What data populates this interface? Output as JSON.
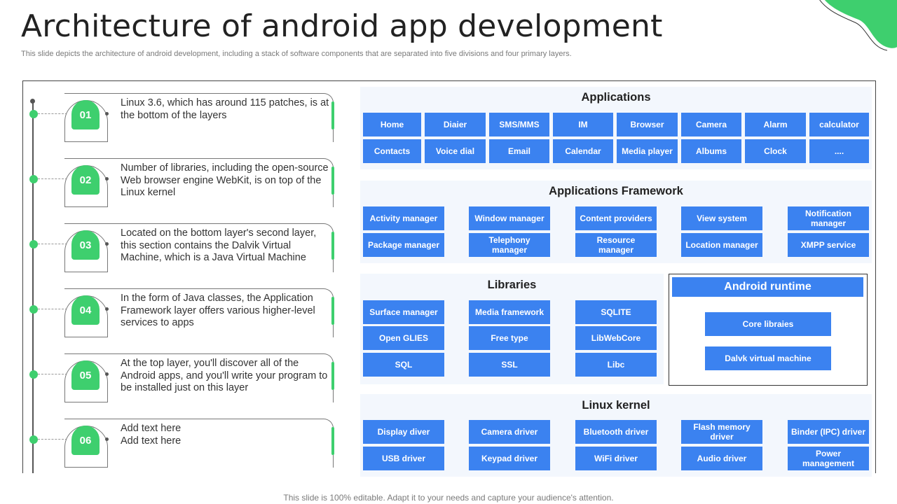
{
  "header": {
    "title": "Architecture of android app development",
    "subtitle": "This slide depicts the architecture of android development, including a stack of software components that are separated into five divisions and four primary layers."
  },
  "footer": {
    "text": "This slide is 100% editable. Adapt it to your needs and capture your audience's attention."
  },
  "colors": {
    "accent_green": "#3ecf6e",
    "box_blue": "#3b82f0",
    "panel_bg": "#f3f7fd"
  },
  "steps": [
    {
      "number": "01",
      "text": "Linux 3.6, which has around 115 patches, is at the bottom of the layers"
    },
    {
      "number": "02",
      "text": "Number of libraries, including the open-source Web browser engine WebKit, is on top of the Linux kernel"
    },
    {
      "number": "03",
      "text": "Located on the bottom layer's second layer, this section contains the Dalvik Virtual Machine, which is a Java Virtual Machine"
    },
    {
      "number": "04",
      "text": "In the form of Java classes, the Application Framework layer offers various higher-level services to apps"
    },
    {
      "number": "05",
      "text": "At the top layer, you'll discover all of the Android apps, and  you'll write your program to be installed just on this layer"
    },
    {
      "number": "06",
      "text": "Add text here\nAdd text here"
    }
  ],
  "applications": {
    "title": "Applications",
    "items": [
      "Home",
      "Diaier",
      "SMS/MMS",
      "IM",
      "Browser",
      "Camera",
      "Alarm",
      "calculator",
      "Contacts",
      "Voice dial",
      "Email",
      "Calendar",
      "Media player",
      "Albums",
      "Clock",
      "...."
    ]
  },
  "framework": {
    "title": "Applications Framework",
    "items": [
      "Activity manager",
      "Window manager",
      "Content providers",
      "View system",
      "Notification manager",
      "Package manager",
      "Telephony manager",
      "Resource manager",
      "Location manager",
      "XMPP service"
    ]
  },
  "libraries": {
    "title": "Libraries",
    "items": [
      "Surface manager",
      "Media framework",
      "SQLITE",
      "Open GLIES",
      "Free type",
      "LibWebCore",
      "SQL",
      "SSL",
      "Libc"
    ]
  },
  "runtime": {
    "title": "Android runtime",
    "items": [
      "Core libraies",
      "Dalvk virtual machine"
    ]
  },
  "kernel": {
    "title": "Linux kernel",
    "items": [
      "Display diver",
      "Camera driver",
      "Bluetooth driver",
      "Flash memory driver",
      "Binder (IPC) driver",
      "USB driver",
      "Keypad driver",
      "WiFi  driver",
      "Audio driver",
      "Power management"
    ]
  }
}
